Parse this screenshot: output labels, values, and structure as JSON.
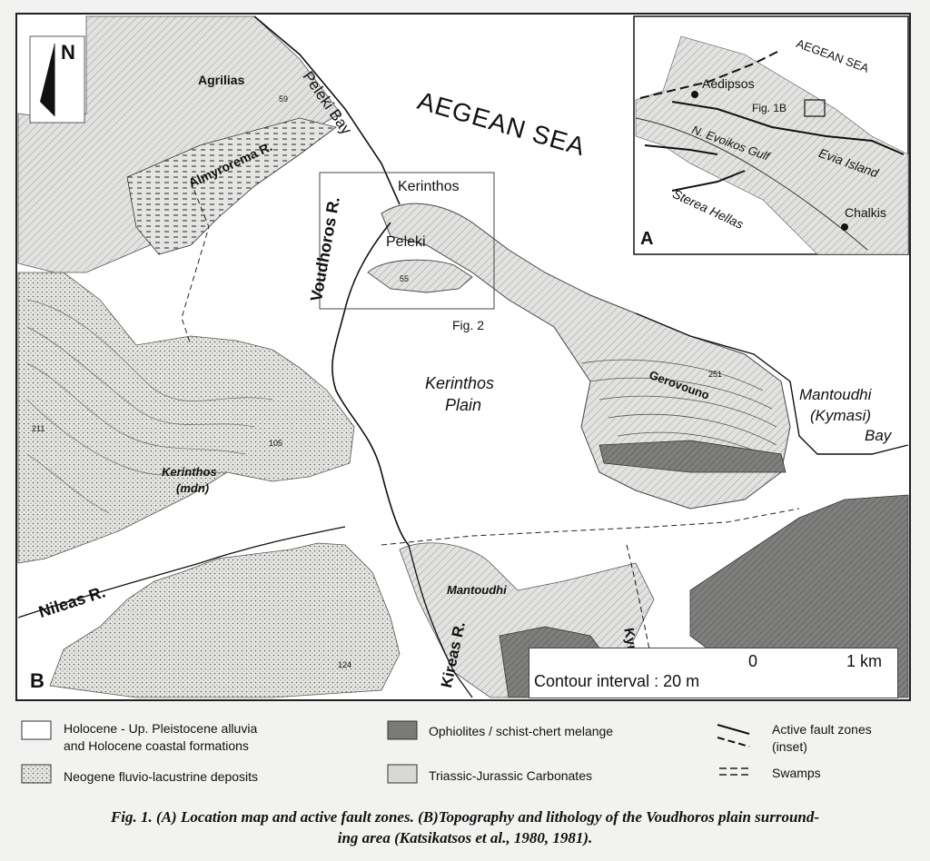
{
  "map": {
    "labels": {
      "sea": "AEGEAN SEA",
      "peleki_bay": "Peleki Bay",
      "agrilias": "Agrilias",
      "almyrorema": "Almyrorema R.",
      "kerinthos_town": "Kerinthos",
      "peleki": "Peleki",
      "voudhoros": "Voudhoros R.",
      "fig2": "Fig. 2",
      "kerinthos_plain_1": "Kerinthos",
      "kerinthos_plain_2": "Plain",
      "gerovouno": "Gerovouno",
      "mantoudhi_bay_1": "Mantoudhi",
      "mantoudhi_bay_2": "(Kymasi)",
      "mantoudhi_bay_3": "Bay",
      "kerinthos_mdn_1": "Kerinthos",
      "kerinthos_mdn_2": "(mdn)",
      "nileas": "Nileas R.",
      "mantoudhi": "Mantoudhi",
      "kireas": "Kireas R.",
      "kymasi": "Kymasi R.",
      "panel_b": "B",
      "north": "N"
    },
    "elevations": {
      "e59": "59",
      "e55": "55",
      "e251": "251",
      "e211": "211",
      "e105": "105",
      "e124": "124"
    },
    "scale": {
      "zero": "0",
      "one_km": "1 km",
      "contour": "Contour interval : 20 m"
    },
    "inset": {
      "sea": "AEGEAN SEA",
      "aedipsos": "Aedipsos",
      "fig1b": "Fig. 1B",
      "gulf": "N. Evoikos Gulf",
      "evia": "Evia Island",
      "sterea": "Sterea Hellas",
      "chalkis": "Chalkis",
      "panel_a": "A"
    }
  },
  "legend": {
    "alluvia_1": "Holocene - Up. Pleistocene alluvia",
    "alluvia_2": "and Holocene coastal formations",
    "neogene": "Neogene fluvio-lacustrine deposits",
    "ophiolites": "Ophiolites / schist-chert melange",
    "carbonates": "Triassic-Jurassic Carbonates",
    "faults_1": "Active fault zones",
    "faults_2": "(inset)",
    "swamps": "Swamps"
  },
  "caption": {
    "line1": "Fig. 1. (A) Location map and active fault zones. (B)Topography and lithology of the Voudhoros plain surround-",
    "line2": "ing area (Katsikatsos et al., 1980, 1981)."
  },
  "colors": {
    "ophiolite": "#7a7a78",
    "carbonate": "#d8d8d6",
    "neogene": "#dcdcd8",
    "alluvia": "#ffffff"
  }
}
